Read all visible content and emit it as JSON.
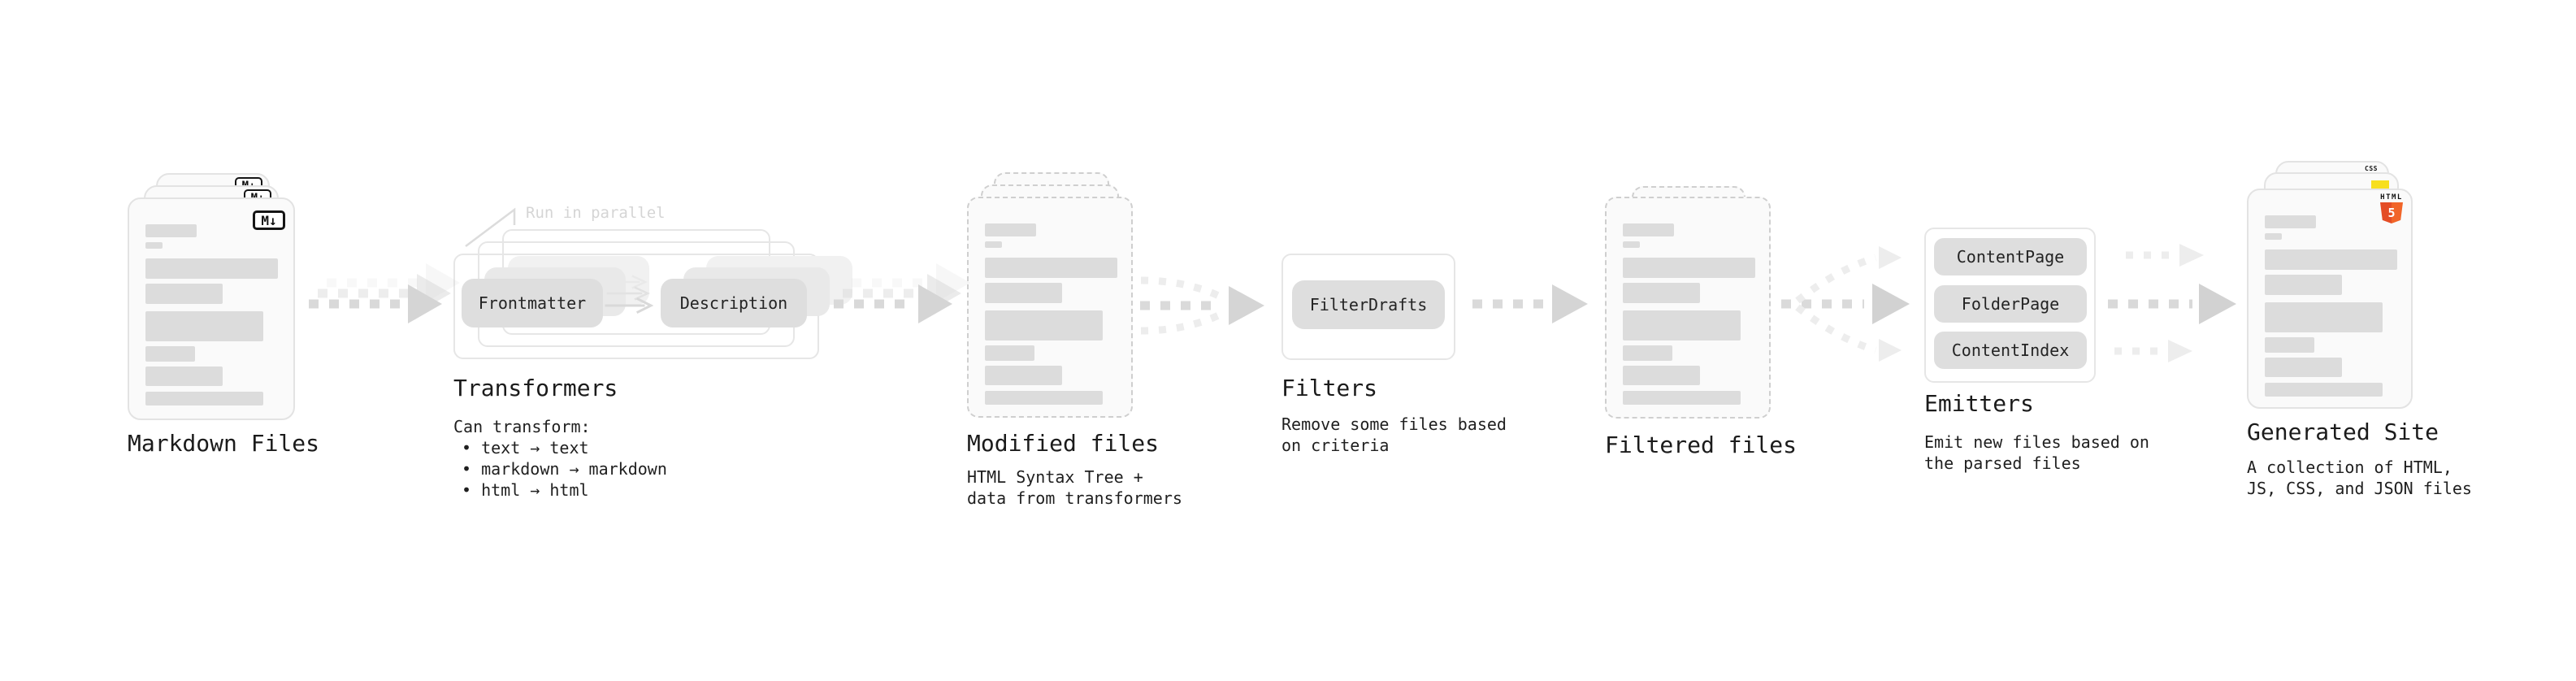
{
  "colors": {
    "card_border": "#e3e3e3",
    "dashed_border": "#cfcfcf",
    "card_bg": "#fafafa",
    "bar": "#dcdcdc",
    "pill_bg": "#dedede",
    "text": "#1c1c1c",
    "muted": "#d5d5d5",
    "arrow": "#d9d9d9",
    "html5_orange": "#f16529",
    "html5_orange_dark": "#e44d26",
    "js_yellow": "#f7df1e",
    "css_blue": "#2965f1"
  },
  "nodes": {
    "markdown_files": {
      "label": "Markdown Files",
      "badge": "M↓"
    },
    "transformers": {
      "label": "Transformers",
      "note": "Run in parallel",
      "pills": [
        "Frontmatter",
        "Description"
      ],
      "desc_title": "Can transform:",
      "desc_items": [
        "• text → text",
        "• markdown → markdown",
        "• html → html"
      ]
    },
    "modified_files": {
      "label": "Modified files",
      "desc": "HTML Syntax Tree +\ndata from transformers"
    },
    "filters": {
      "label": "Filters",
      "pill": "FilterDrafts",
      "desc": "Remove some files based\non criteria"
    },
    "filtered_files": {
      "label": "Filtered files"
    },
    "emitters": {
      "label": "Emitters",
      "pills": [
        "ContentPage",
        "FolderPage",
        "ContentIndex"
      ],
      "desc": "Emit new files based on\nthe parsed files"
    },
    "generated_site": {
      "label": "Generated Site",
      "desc": "A collection of HTML,\nJS, CSS, and JSON files",
      "badge_html_text": "HTML",
      "badge_html_number": "5",
      "badge_css_text": "CSS"
    }
  }
}
